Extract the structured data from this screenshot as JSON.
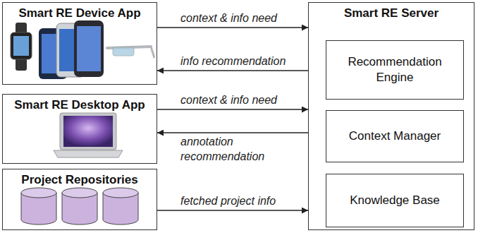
{
  "diagram": {
    "nodes": [
      {
        "text": [
          "Smart RE Device App"
        ]
      },
      {
        "text": [
          "Smart RE Desktop App"
        ]
      },
      {
        "text": [
          "Project Repositories"
        ]
      },
      {
        "text": [
          "Smart RE Server"
        ]
      },
      {
        "text": [
          "Recommendation Engine"
        ],
        "in": 3
      },
      {
        "text": [
          "Context Manager"
        ],
        "in": 3
      },
      {
        "text": [
          "Knowledge Base"
        ],
        "in": 3
      }
    ],
    "edges": [
      {
        "from": 0,
        "to": 3,
        "label": "context & info need",
        "arrow": "to"
      },
      {
        "from": 3,
        "to": 0,
        "label": "info recommendation",
        "arrow": "to"
      },
      {
        "from": 1,
        "to": 3,
        "label": "context & info need",
        "arrow": "to"
      },
      {
        "from": 3,
        "to": 1,
        "label": "annotation recommendation",
        "arrow": "to"
      },
      {
        "from": 2,
        "to": 3,
        "label": "fetched project info",
        "arrow": "to"
      }
    ]
  }
}
